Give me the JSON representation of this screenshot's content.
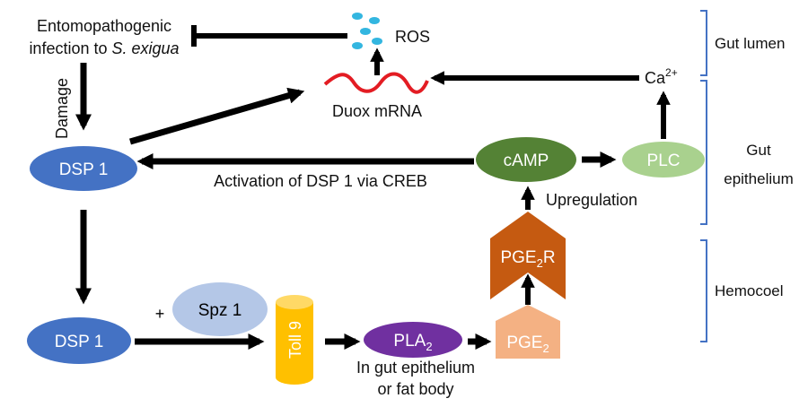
{
  "infection": {
    "line1": "Entomopathogenic",
    "line2_prefix": "infection to ",
    "line2_species": "S. exigua"
  },
  "damage_label": "Damage",
  "ros_label": "ROS",
  "duox_label": "Duox mRNA",
  "calcium": {
    "base": "Ca",
    "sup": "2+"
  },
  "nodes": {
    "dsp1_upper": "DSP 1",
    "dsp1_lower": "DSP 1",
    "spz1": "Spz 1",
    "toll9": "Toll 9",
    "pla2": {
      "base": "PLA",
      "sub": "2"
    },
    "pge2": {
      "base": "PGE",
      "sub": "2"
    },
    "pge2r": {
      "base": "PGE",
      "sub": "2",
      "tail": "R"
    },
    "camp": "cAMP",
    "plc": "PLC"
  },
  "plus_sign": "+",
  "activation_label": "Activation of DSP 1 via CREB",
  "upregulation_label": "Upregulation",
  "location_label": {
    "line1": "In gut epithelium",
    "line2": "or fat body"
  },
  "regions": {
    "gut_lumen": "Gut lumen",
    "gut_epithelium": {
      "line1": "Gut",
      "line2": "epithelium"
    },
    "hemocoel": "Hemocoel"
  },
  "colors": {
    "dsp1": "#4472c4",
    "spz1": "#b4c7e7",
    "toll9": "#ffc000",
    "pla2": "#7030a0",
    "pge2": "#f4b183",
    "pge2r": "#c55a11",
    "camp": "#548235",
    "plc": "#a9d18e",
    "ros": "#33b6e0",
    "duox": "#e31c23",
    "bracket": "#4472c4",
    "arrow": "#000000"
  }
}
